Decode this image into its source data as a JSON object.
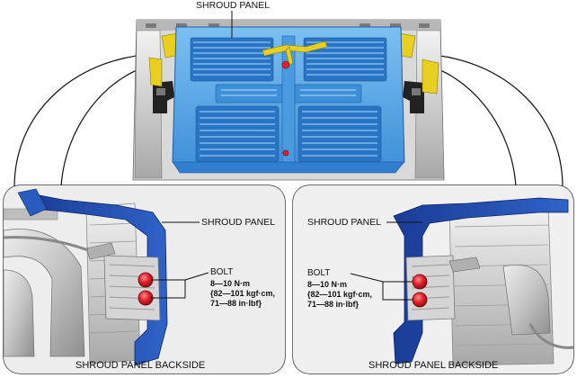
{
  "overview": {
    "label": "SHROUD PANEL"
  },
  "left_detail": {
    "label": "SHROUD PANEL",
    "bolt_label": "BOLT",
    "torque_lines": [
      "8—10 N·m",
      "{82—101 kgf·cm,",
      "71—88 in·lbf}"
    ],
    "caption": "SHROUD PANEL BACKSIDE"
  },
  "right_detail": {
    "label": "SHROUD PANEL",
    "bolt_label": "BOLT",
    "torque_lines": [
      "8—10 N·m",
      "{82—101 kgf·cm,",
      "71—88 in·lbf}"
    ],
    "caption": "SHROUD PANEL BACKSIDE"
  },
  "colors": {
    "panel_blue": "#2e86d8",
    "panel_light_blue": "#5aa7e8",
    "frame_dark_blue": "#1f46a8",
    "harness_yellow": "#e8d020",
    "bolt_red": "#e0202a",
    "metal_gray": "#c8c8c8"
  }
}
